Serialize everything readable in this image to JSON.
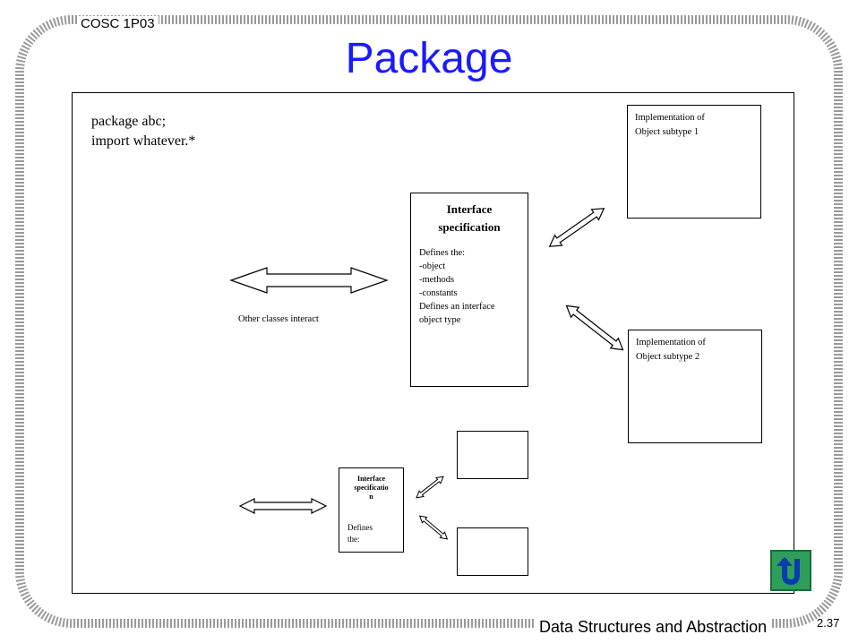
{
  "header": {
    "course": "COSC 1P03"
  },
  "slide": {
    "title": "Package"
  },
  "code": {
    "line1": "package abc;",
    "line2": "import whatever.*"
  },
  "interface_large": {
    "title_line1": "Interface",
    "title_line2": "specification",
    "lines": [
      "Defines the:",
      "-object",
      "-methods",
      "-constants",
      "Defines an interface",
      "object type"
    ]
  },
  "impl1": {
    "line1": "Implementation of",
    "line2": "Object subtype 1"
  },
  "impl2": {
    "line1": "Implementation of",
    "line2": "Object subtype 2"
  },
  "other_label": "Other classes interact",
  "interface_small": {
    "title_line1": "Interface",
    "title_line2": "specificatio",
    "title_line3": "n",
    "body_line1": "Defines",
    "body_line2": "the:"
  },
  "footer": {
    "course_title": "Data Structures and Abstraction",
    "page": "2.37"
  },
  "nav": {
    "home_icon": "u-turn-icon",
    "button_color": "#2e9e5b"
  },
  "colors": {
    "title": "#1a1aff",
    "frame": "#9a9a9a"
  }
}
